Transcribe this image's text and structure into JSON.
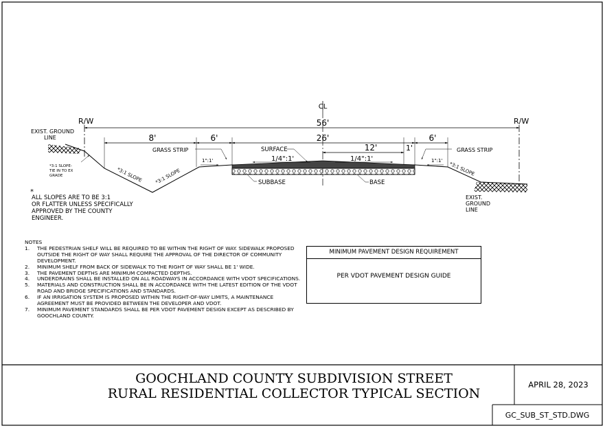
{
  "drawing": {
    "centerline_symbol": "CL",
    "row_left": "R/W",
    "row_right": "R/W",
    "total_width": "56'",
    "dim_8": "8'",
    "dim_6_left": "6'",
    "dim_26": "26'",
    "dim_12": "12'",
    "dim_1": "1'",
    "dim_6_right": "6'",
    "grass_strip_left": "GRASS STRIP",
    "grass_strip_right": "GRASS STRIP",
    "surface": "SURFACE",
    "slope_left": "1/4\":1'",
    "slope_right": "1/4\":1'",
    "subbase": "SUBBASE",
    "base": "BASE",
    "ground_left_1": "EXIST. GROUND",
    "ground_left_2": "LINE",
    "tie_in_1": "*3:1 SLOPE-",
    "tie_in_2": "TIE IN TO EX",
    "tie_in_3": "GRADE",
    "slope_31_a": "*3:1 SLOPE",
    "slope_31_b": "*3:1 SLOPE",
    "slope_31_c": "*3:1 SLOPE",
    "shelf_left": "1\":1'",
    "shelf_right": "1\":1'",
    "ground_right_1": "EXIST.",
    "ground_right_2": "GROUND",
    "ground_right_3": "LINE",
    "star": "*",
    "slopes_note": [
      "ALL SLOPES ARE TO BE 3:1",
      "OR FLATTER UNLESS SPECIFICALLY",
      "APPROVED BY THE COUNTY",
      "ENGINEER."
    ]
  },
  "notes": {
    "heading": "NOTES",
    "items": [
      {
        "num": "1.",
        "text": "THE PEDESTRIAN SHELF WILL BE REQUIRED TO BE WITHIN THE RIGHT OF WAY. SIDEWALK PROPOSED OUTSIDE THE RIGHT OF WAY SHALL REQUIRE THE APPROVAL OF THE DIRECTOR OF COMMUNITY DEVELOPMENT."
      },
      {
        "num": "2.",
        "text": "MINIMUM SHELF FROM BACK OF SIDEWALK TO THE RIGHT OF WAY SHALL BE 1' WIDE."
      },
      {
        "num": "3.",
        "text": "THE PAVEMENT DEPTHS ARE MINIMUM COMPACTED DEPTHS."
      },
      {
        "num": "4.",
        "text": "UNDERDRAINS SHALL BE INSTALLED ON ALL ROADWAYS IN ACCORDANCE WITH VDOT SPECIFICATIONS."
      },
      {
        "num": "5.",
        "text": "MATERIALS AND CONSTRUCTION SHALL BE IN ACCORDANCE WITH THE LATEST EDITION OF THE VDOT ROAD AND BRIDGE SPECIFICATIONS AND STANDARDS."
      },
      {
        "num": "6.",
        "text": "IF AN IRRIGATION SYSTEM IS PROPOSED WITHIN THE RIGHT-OF-WAY LIMITS, A MAINTENANCE AGREEMENT MUST BE PROVIDED BETWEEN THE DEVELOPER AND VDOT."
      },
      {
        "num": "7.",
        "text": "MINIMUM PAVEMENT STANDARDS SHALL BE PER VDOT PAVEMENT DESIGN EXCEPT AS DESCRIBED BY GOOCHLAND COUNTY."
      }
    ]
  },
  "requirement": {
    "heading": "MINIMUM PAVEMENT DESIGN REQUIREMENT",
    "body": "PER VDOT PAVEMENT DESIGN GUIDE"
  },
  "title_block": {
    "line1": "GOOCHLAND COUNTY SUBDIVISION STREET",
    "line2": "RURAL RESIDENTIAL COLLECTOR TYPICAL SECTION",
    "date": "APRIL 28, 2023",
    "dwg": "GC_SUB_ST_STD.DWG"
  }
}
